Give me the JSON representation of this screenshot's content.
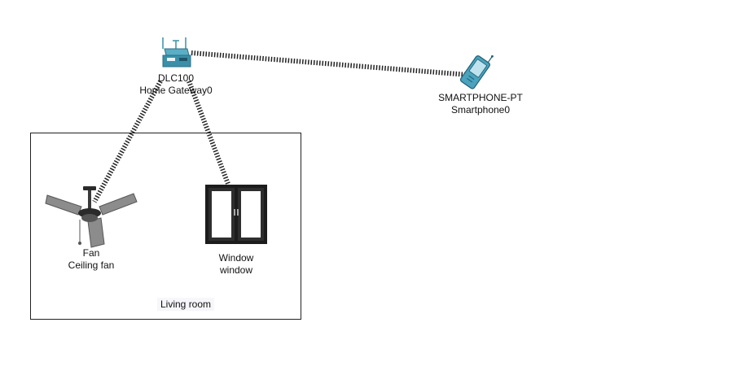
{
  "devices": {
    "gateway": {
      "model": "DLC100",
      "name": "Home Gateway0",
      "icon": "home-gateway-icon",
      "color": "#3b8fa8"
    },
    "smartphone": {
      "model": "SMARTPHONE-PT",
      "name": "Smartphone0",
      "icon": "smartphone-icon",
      "color": "#3b8fa8"
    },
    "fan": {
      "model": "Fan",
      "name": "Ceiling fan",
      "icon": "ceiling-fan-icon"
    },
    "window": {
      "model": "Window",
      "name": "window",
      "icon": "window-icon"
    }
  },
  "cluster": {
    "label": "Living room"
  },
  "connections": [
    {
      "from": "gateway",
      "to": "smartphone",
      "type": "wireless"
    },
    {
      "from": "gateway",
      "to": "fan",
      "type": "wireless"
    },
    {
      "from": "gateway",
      "to": "window",
      "type": "wireless"
    }
  ]
}
